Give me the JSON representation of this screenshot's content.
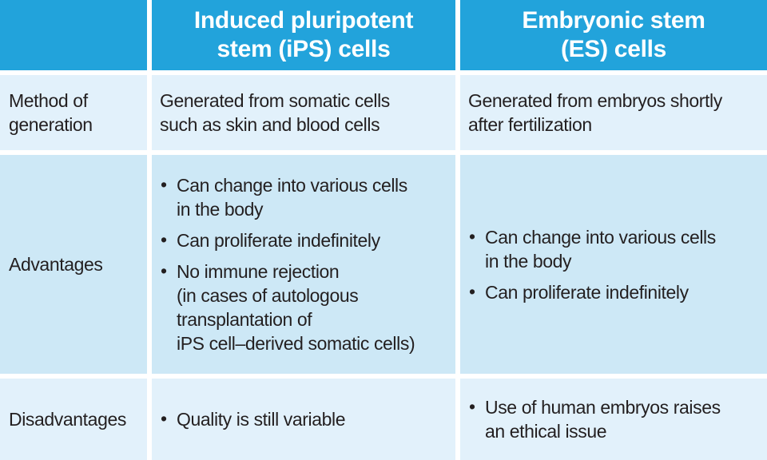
{
  "chart_data": {
    "type": "table",
    "title": "",
    "columns": [
      "",
      "Induced pluripotent stem (iPS) cells",
      "Embryonic stem (ES) cells"
    ],
    "rows": [
      [
        "Method of generation",
        "Generated from somatic cells such as skin and blood cells",
        "Generated from embryos shortly after fertilization"
      ],
      [
        "Advantages",
        "Can change into various cells in the body; Can proliferate indefinitely; No immune rejection (in cases of autologous transplantation of iPS cell–derived somatic cells)",
        "Can change into various cells in the body; Can proliferate indefinitely"
      ],
      [
        "Disadvantages",
        "Quality is still variable",
        "Use of human embryos raises an ethical issue"
      ]
    ],
    "layout": {
      "header_row": true,
      "gridlines": "white gutters between cells",
      "legend": "none"
    }
  },
  "table": {
    "header": {
      "col1": "",
      "col2": "Induced pluripotent\nstem (iPS) cells",
      "col3": "Embryonic stem\n(ES) cells"
    },
    "rows": {
      "method": {
        "label": "Method of\ngeneration",
        "ips": "Generated from somatic cells\nsuch as skin and blood cells",
        "es": "Generated from embryos shortly\nafter fertilization"
      },
      "advantages": {
        "label": "Advantages",
        "ips_bullets": [
          "Can change into various cells\nin the body",
          "Can proliferate indefinitely",
          "No immune rejection\n(in cases of autologous\ntransplantation of\niPS cell–derived somatic cells)"
        ],
        "es_bullets": [
          "Can change into various cells\nin the body",
          "Can proliferate indefinitely"
        ]
      },
      "disadvantages": {
        "label": "Disadvantages",
        "ips_bullets": [
          "Quality is still variable"
        ],
        "es_bullets": [
          "Use of human embryos raises\nan ethical issue"
        ]
      }
    }
  },
  "colors": {
    "header_bg": "#22a3db",
    "header_text": "#ffffff",
    "row_light_bg": "#e2f1fb",
    "row_medium_bg": "#cde8f6",
    "body_text": "#231f20",
    "gutter": "#ffffff"
  }
}
